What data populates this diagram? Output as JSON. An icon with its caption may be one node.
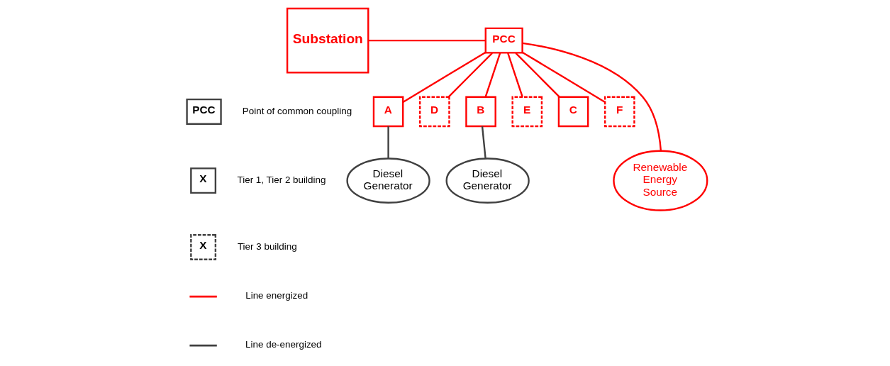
{
  "diagram": {
    "nodes": [
      {
        "text": [
          "Substation"
        ]
      },
      {
        "text": [
          "PCC"
        ]
      },
      {
        "text": [
          "A"
        ]
      },
      {
        "text": [
          "D"
        ]
      },
      {
        "text": [
          "B"
        ]
      },
      {
        "text": [
          "E"
        ]
      },
      {
        "text": [
          "C"
        ]
      },
      {
        "text": [
          "F"
        ]
      },
      {
        "text": [
          "Diesel Generator"
        ]
      },
      {
        "text": [
          "Diesel Generator"
        ]
      },
      {
        "text": [
          "Renewable Energy Source"
        ]
      }
    ],
    "edges": [
      {
        "from": 0,
        "to": 1,
        "arrow": "none"
      },
      {
        "from": 1,
        "to": 2,
        "arrow": "none"
      },
      {
        "from": 1,
        "to": 3,
        "arrow": "none"
      },
      {
        "from": 1,
        "to": 4,
        "arrow": "none"
      },
      {
        "from": 1,
        "to": 5,
        "arrow": "none"
      },
      {
        "from": 1,
        "to": 6,
        "arrow": "none"
      },
      {
        "from": 1,
        "to": 7,
        "arrow": "none"
      },
      {
        "from": 1,
        "to": 10,
        "arrow": "none"
      },
      {
        "from": 2,
        "to": 8,
        "arrow": "none",
        "color": "#404040"
      },
      {
        "from": 4,
        "to": 9,
        "arrow": "none",
        "color": "#404040"
      }
    ],
    "labels": [
      "PCC",
      "X",
      "X"
    ],
    "legend": [
      {
        "text": "Point of common coupling"
      },
      {
        "text": "Tier 1, Tier 2 building"
      },
      {
        "text": "Tier 3 building"
      },
      {
        "text": "Line energized"
      },
      {
        "text": "Line de-energized"
      }
    ]
  }
}
